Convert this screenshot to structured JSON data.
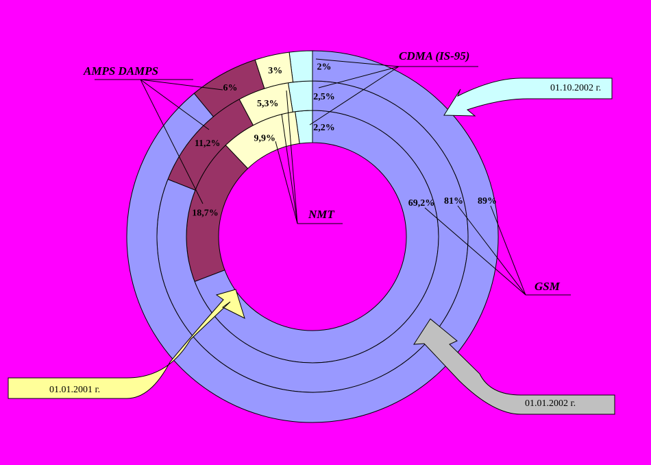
{
  "chart_data": {
    "type": "donut",
    "title": "",
    "rings": [
      {
        "name": "01.01.2001 г.",
        "values": {
          "GSM": "69,2%",
          "AMPS DAMPS": "18,7%",
          "NMT": "9,9%",
          "CDMA (IS-95)": "2,2%"
        }
      },
      {
        "name": "01.01.2002 г.",
        "values": {
          "GSM": "81%",
          "AMPS DAMPS": "11,2%",
          "NMT": "5,3%",
          "CDMA (IS-95)": "2,5%"
        }
      },
      {
        "name": "01.10.2002 г.",
        "values": {
          "GSM": "89%",
          "AMPS DAMPS": "6%",
          "NMT": "3%",
          "CDMA (IS-95)": "2%"
        }
      }
    ],
    "series": [
      "GSM",
      "AMPS DAMPS",
      "NMT",
      "CDMA (IS-95)"
    ],
    "series_values": {
      "GSM": [
        69.2,
        81,
        89
      ],
      "AMPS DAMPS": [
        18.7,
        11.2,
        6
      ],
      "NMT": [
        9.9,
        5.3,
        3
      ],
      "CDMA (IS-95)": [
        2.2,
        2.5,
        2
      ]
    },
    "ring_order": "inner-to-outer",
    "colors": {
      "GSM": "#9999FF",
      "AMPS DAMPS": "#993366",
      "NMT": "#FFFFCC",
      "CDMA (IS-95)": "#CCFFFF"
    },
    "background": "#FF00FF",
    "legend": "callouts"
  },
  "labels": {
    "gsm": "GSM",
    "amps": "AMPS DAMPS",
    "nmt": "NMT",
    "cdma": "CDMA (IS-95)"
  },
  "dates": {
    "d2001": "01.01.2001 г.",
    "d2002": "01.01.2002 г.",
    "d2002oct": "01.10.2002 г."
  },
  "arrow_colors": {
    "d2001": "#FFFF99",
    "d2002": "#C0C0C0",
    "d2002oct": "#CCFFFF"
  }
}
